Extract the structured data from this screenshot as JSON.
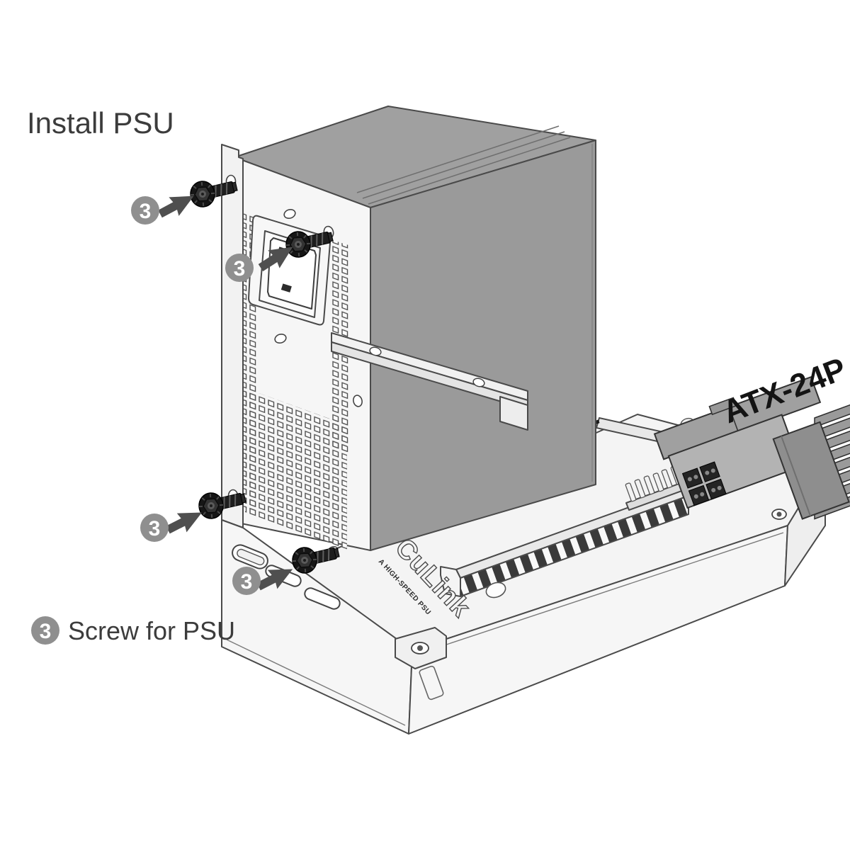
{
  "title": {
    "text": "Install PSU"
  },
  "cable_label": {
    "text": "ATX-24P"
  },
  "legend": {
    "badge": "3",
    "label": "Screw for PSU"
  },
  "callouts": [
    {
      "badge": "3"
    },
    {
      "badge": "3"
    },
    {
      "badge": "3"
    },
    {
      "badge": "3"
    }
  ],
  "board": {
    "logo_text": "CuLink",
    "tagline_text": "A HIGH-SPEED PSU"
  },
  "colors": {
    "background": "#ffffff",
    "outline": "#4a4a4a",
    "psu_side": "#9a9a9a",
    "psu_top": "#a0a0a0",
    "panel_white": "#f5f5f5",
    "badge_gray": "#8f8f8f",
    "arrow_gray": "#4f4f4f",
    "screw_dark": "#1b1b1b",
    "cable_gray": "#9a9a9a",
    "text_gray": "#3c3c3c"
  }
}
